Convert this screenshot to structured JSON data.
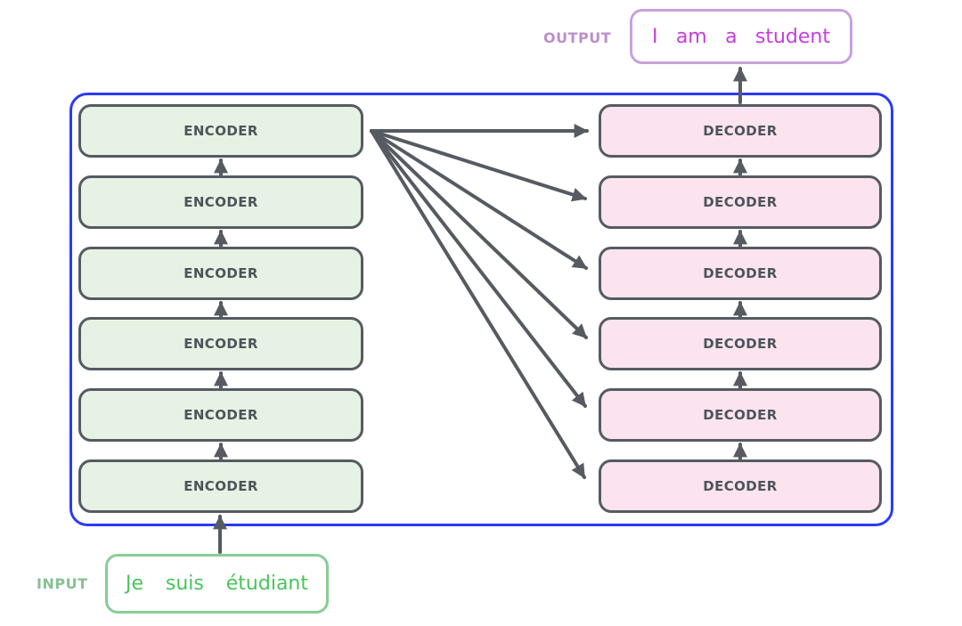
{
  "diagram": {
    "title_semantic": "transformer-encoder-decoder-stack",
    "output_label": "OUTPUT",
    "input_label": "INPUT",
    "encoder_labels": [
      "ENCODER",
      "ENCODER",
      "ENCODER",
      "ENCODER",
      "ENCODER",
      "ENCODER"
    ],
    "decoder_labels": [
      "DECODER",
      "DECODER",
      "DECODER",
      "DECODER",
      "DECODER",
      "DECODER"
    ],
    "output_tokens": [
      "I",
      "am",
      "a",
      "student"
    ],
    "input_tokens": [
      "Je",
      "suis",
      "étudiant"
    ],
    "colors": {
      "container_border": "#2b3af8",
      "encoder_fill": "#e6f2e3",
      "decoder_fill": "#fbe4ef",
      "box_border": "#565b62",
      "box_text": "#4d545b",
      "arrow": "#565b62",
      "output_box_border": "#c9a1da",
      "output_text": "#c73ddd",
      "output_label_color": "#bb8fcb",
      "input_box_border": "#88cd96",
      "input_text": "#4ac45c",
      "input_label_color": "#87c194"
    }
  }
}
